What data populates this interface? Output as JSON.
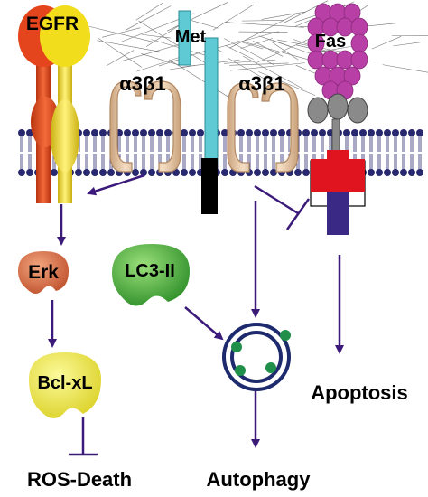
{
  "labels": {
    "egfr": "EGFR",
    "met": "Met",
    "fas": "Fas",
    "integrin_left": "α3β1",
    "integrin_right": "α3β1",
    "erk": "Erk",
    "bclxl": "Bcl-xL",
    "lc3": "LC3-II",
    "apoptosis": "Apoptosis",
    "ros_death": "ROS-Death",
    "autophagy": "Autophagy"
  },
  "colors": {
    "arrow": "#3b1a7a",
    "membrane_head": "#28286e",
    "met": "#5fcad3",
    "fas_bead": "#b83fa6",
    "fas_grey": "#8a8a8a",
    "fas_red": "#e0141e",
    "fas_purple": "#3a2a86",
    "integrin": "#e7c7a4",
    "egfr_red": "#e5451d",
    "egfr_yellow": "#f2dd1c",
    "erk": "#d97a4e",
    "bclxl": "#eeea3a",
    "lc3": "#3fa83a",
    "vesicle_dot": "#1f8f4a"
  },
  "icons": [
    "egfr-receptor-icon",
    "met-receptor-icon",
    "integrin-icon",
    "fas-receptor-icon",
    "erk-blob-icon",
    "bclxl-blob-icon",
    "lc3-blob-icon",
    "autophagosome-icon"
  ]
}
